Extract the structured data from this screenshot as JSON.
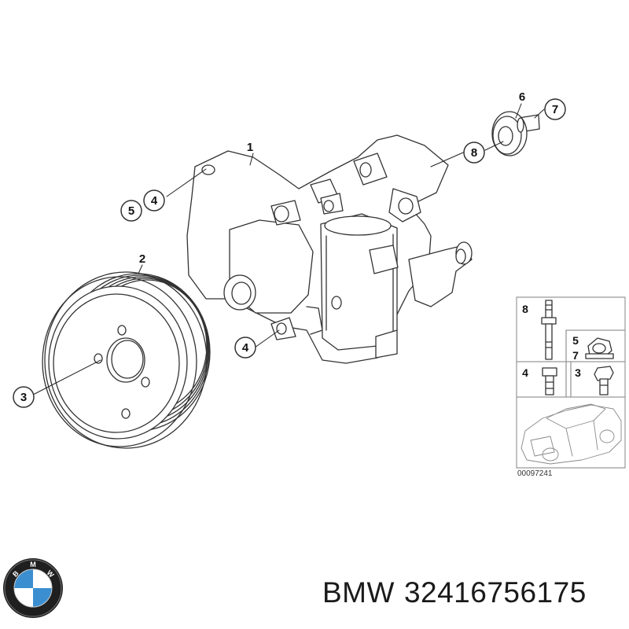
{
  "diagram": {
    "callouts": {
      "c1": "1",
      "c2": "2",
      "c3": "3",
      "c4a": "4",
      "c4b": "4",
      "c5": "5",
      "c6": "6",
      "c7": "7",
      "c8": "8"
    },
    "inset": {
      "label_8": "8",
      "label_5": "5",
      "label_7": "7",
      "label_4": "4",
      "label_3": "3",
      "diagram_code": "00097241"
    }
  },
  "footer": {
    "brand": "BMW",
    "part_number": "32416756175"
  },
  "logo": {
    "letters": [
      "B",
      "M",
      "W"
    ],
    "colors": {
      "ring": "#1f1f1f",
      "blue": "#3b8fd1",
      "white": "#ffffff"
    }
  }
}
